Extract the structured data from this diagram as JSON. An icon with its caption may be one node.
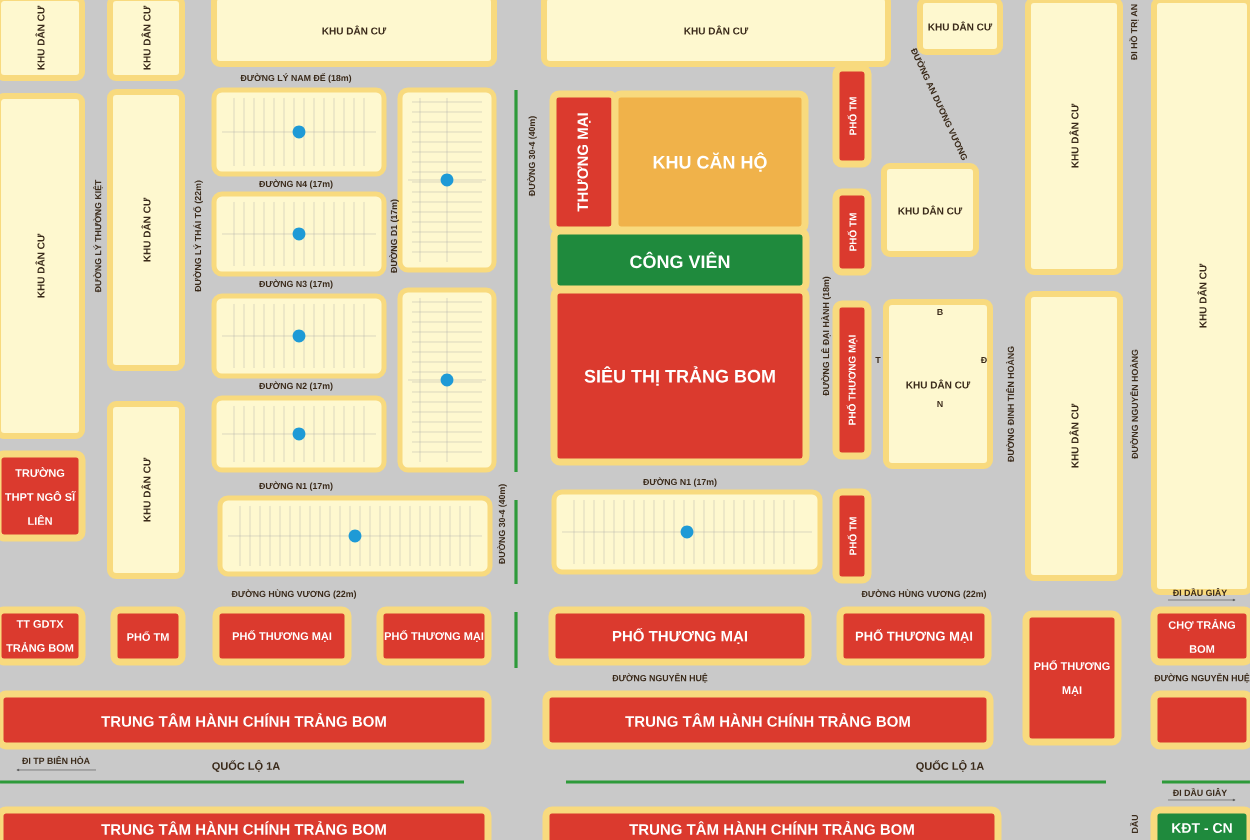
{
  "diagram": {
    "nodes": [
      {
        "text": [
          "KHU DÂN CƯ"
        ]
      },
      {
        "text": [
          "KHU DÂN CƯ"
        ]
      },
      {
        "text": [
          "KHU DÂN CƯ"
        ]
      },
      {
        "text": [
          "KHU DÂN CƯ"
        ]
      },
      {
        "text": [
          "KHU DÂN CƯ"
        ]
      },
      {
        "text": [
          "KHU DÂN CƯ"
        ]
      },
      {
        "text": [
          "KHU DÂN CƯ"
        ]
      },
      {
        "text": [
          "KHU DÂN CƯ"
        ]
      },
      {
        "text": [
          "KHU DÂN CƯ"
        ]
      },
      {
        "text": [
          "TRƯỜNG THPT NGÔ SĨ LIÊN"
        ]
      },
      {
        "text": [
          "KHU DÂN CƯ"
        ]
      },
      {
        "text": [
          "THƯƠNG MẠI"
        ]
      },
      {
        "text": [
          "KHU CĂN HỘ"
        ]
      },
      {
        "text": [
          "CÔNG VIÊN"
        ]
      },
      {
        "text": [
          "SIÊU THỊ TRẢNG BOM"
        ]
      },
      {
        "text": [
          "PHỐ TM"
        ]
      },
      {
        "text": [
          "PHỐ TM"
        ]
      },
      {
        "text": [
          "KHU DÂN CƯ"
        ]
      },
      {
        "text": [
          "PHỐ THƯƠNG MẠI"
        ]
      },
      {
        "text": [
          "KHU DÂN CƯ"
        ]
      },
      {
        "text": [
          "KHU DÂN CƯ"
        ]
      },
      {
        "text": [
          "PHỐ TM"
        ]
      },
      {
        "text": [
          "TT GDTX TRẢNG BOM"
        ]
      },
      {
        "text": [
          "PHỐ TM"
        ]
      },
      {
        "text": [
          "PHỐ THƯƠNG MẠI"
        ]
      },
      {
        "text": [
          "PHỐ THƯƠNG MẠI"
        ]
      },
      {
        "text": [
          "PHỐ THƯƠNG MẠI"
        ]
      },
      {
        "text": [
          "PHỐ THƯƠNG MẠI"
        ]
      },
      {
        "text": [
          "PHỐ THƯƠNG MẠI"
        ]
      },
      {
        "text": [
          "CHỢ TRẢNG BOM"
        ]
      },
      {
        "text": [
          "TRUNG TÂM HÀNH CHÍNH TRẢNG BOM"
        ]
      },
      {
        "text": [
          "TRUNG TÂM HÀNH CHÍNH TRẢNG BOM"
        ]
      },
      {
        "text": [],
        "shape": "box"
      },
      {
        "text": [
          "TRUNG TÂM HÀNH CHÍNH TRẢNG BOM"
        ]
      },
      {
        "text": [
          "TRUNG TÂM HÀNH CHÍNH TRẢNG BOM"
        ]
      },
      {
        "text": [
          "KĐT - CN"
        ]
      }
    ],
    "labels": [
      "ĐI HỒ TRỊ AN",
      "ĐƯỜNG LÝ NAM ĐẾ (18m)",
      "ĐƯỜNG AN DƯƠNG VƯƠNG",
      "ĐƯỜNG 30-4 (40m)",
      "ĐƯỜNG N4 (17m)",
      "ĐƯỜNG LÝ THƯỜNG KIỆT",
      "ĐƯỜNG LÝ THÁI TỔ (22m)",
      "ĐƯỜNG D1 (17m)",
      "ĐƯỜNG N3 (17m)",
      "ĐƯỜNG LÊ ĐẠI HÀNH (18m)",
      "B",
      "T",
      "Đ",
      "N",
      "ĐƯỜNG ĐINH TIÊN HOÀNG",
      "ĐƯỜNG NGUYỄN HOÀNG",
      "ĐƯỜNG N2 (17m)",
      "ĐƯỜNG N1 (17m)",
      "ĐƯỜNG N1 (17m)",
      "ĐƯỜNG 30-4 (40m)",
      "ĐƯỜNG HÙNG VƯƠNG (22m)",
      "ĐƯỜNG HÙNG VƯƠNG (22m)",
      "ĐI DẦU GIÂY",
      "ĐƯỜNG NGUYỄN HUỆ",
      "ĐƯỜNG NGUYỄN HUỆ",
      "ĐI TP BIÊN HÒA",
      "QUỐC LỘ 1A",
      "QUỐC LỘ 1A",
      "ĐI DẦU GIÂY",
      "DẦU"
    ]
  }
}
